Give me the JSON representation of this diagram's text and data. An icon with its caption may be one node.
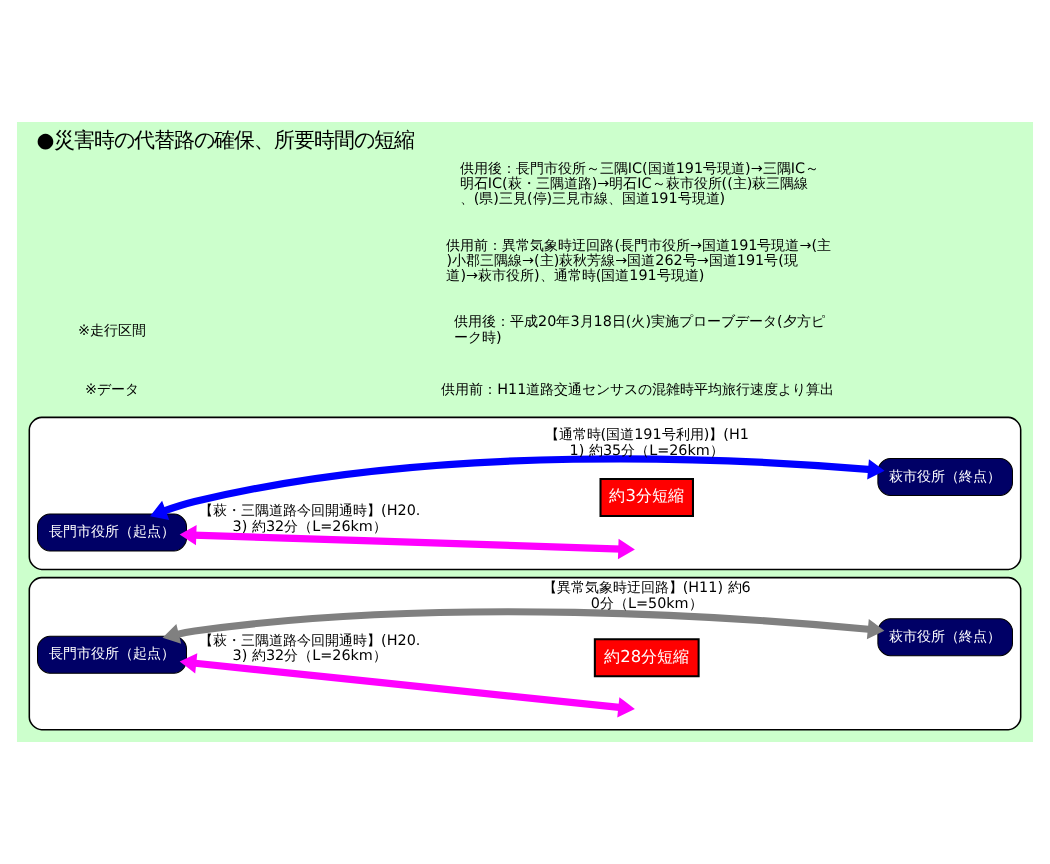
{
  "diagram": {
    "title": "●災害時の代替路の確保、所要時間の短縮",
    "nodes": [
      {
        "text": [],
        "shape": "box"
      },
      {
        "text": [
          "長門市役所（起点）"
        ],
        "in": 0
      },
      {
        "text": [
          "萩市役所（終点）"
        ],
        "in": 0
      },
      {
        "text": [
          "約28分短縮"
        ],
        "in": 0
      },
      {
        "text": [],
        "shape": "box"
      },
      {
        "text": [
          "長門市役所（起点）"
        ],
        "in": 4
      },
      {
        "text": [
          "萩市役所（終点）"
        ],
        "in": 4
      },
      {
        "text": [
          "約3分短縮"
        ],
        "in": 4
      }
    ],
    "edges": [
      {
        "from": 1,
        "to": 2,
        "arrow": "both",
        "label": "【異常気象時迂回路】(H11) 約60分（L=50km）",
        "color": "#808080"
      },
      {
        "from": 1,
        "to": null,
        "arrow": "both",
        "label": "【萩・三隅道路今回開通時】(H20.3) 約32分（L=26km）",
        "color": "#ff00ff"
      },
      {
        "from": 5,
        "to": 6,
        "arrow": "both",
        "label": "【通常時(国道191号利用)】(H11) 約35分（L=26km）",
        "color": "#0000ff"
      },
      {
        "from": 5,
        "to": null,
        "arrow": "both",
        "label": "【萩・三隅道路今回開通時】(H20.3) 約32分（L=26km）",
        "color": "#ff00ff"
      }
    ],
    "labels": [
      "※データ",
      "供用前：H11道路交通センサスの混雑時平均旅行速度より算出",
      "供用後：平成20年3月18日(火)実施プローブデータ(夕方ピーク時)",
      "※走行区間",
      "供用前：異常気象時迂回路(長門市役所→国道191号現道→(主)小郡三隅線→(主)萩秋芳線→国道262号→国道191号(現道)→萩市役所)、通常時(国道191号現道)",
      "供用後：長門市役所～三隅IC(国道191号現道)→三隅IC～明石IC(萩・三隅道路)→明石IC～萩市役所((主)萩三隅線、(県)三見(停)三見市線、国道191号現道)"
    ]
  }
}
